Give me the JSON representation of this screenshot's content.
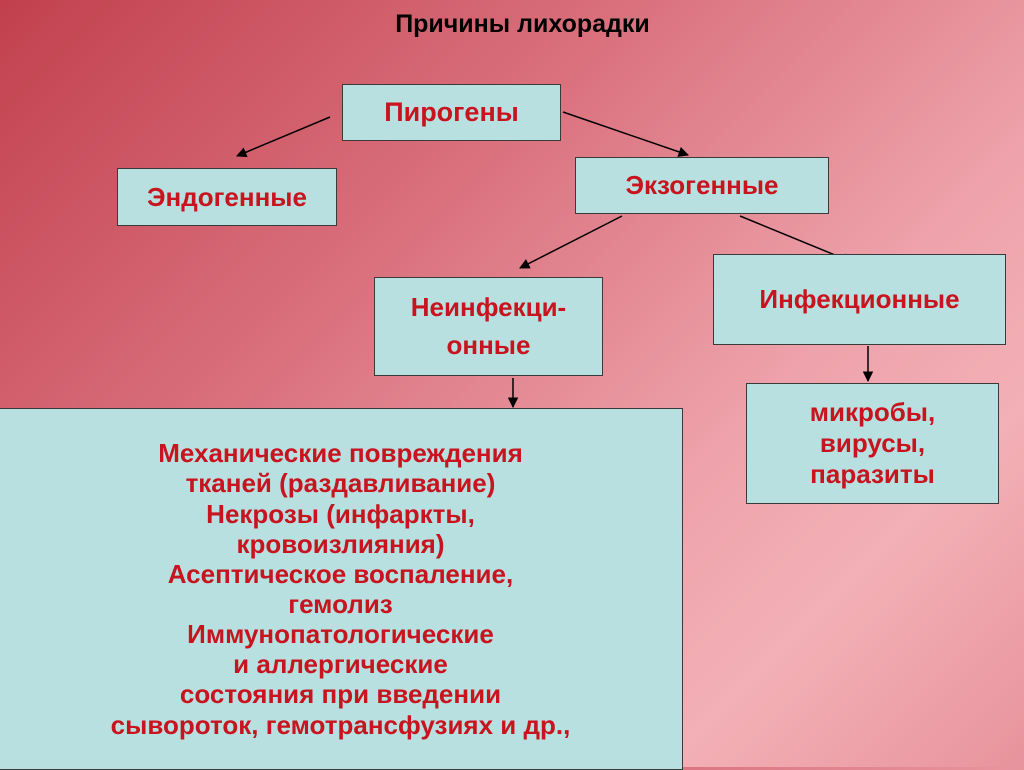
{
  "title": "Причины лихорадки",
  "nodes": {
    "pyrogens": "Пирогены",
    "endogenous": "Эндогенные",
    "exogenous": "Экзогенные",
    "noninfectious": [
      "Неинфекци-",
      "онные"
    ],
    "infectious": "Инфекционные",
    "infectious_agents": [
      "микробы,",
      "вирусы,",
      "паразиты"
    ],
    "noninfectious_causes": [
      "Механические повреждения",
      "тканей (раздавливание)",
      "Некрозы (инфаркты,",
      "кровоизлияния)",
      "Асептическое воспаление,",
      "гемолиз",
      "Иммунопатологические",
      "и аллергические",
      "состояния при введении",
      "сывороток, гемотрансфузиях и др.,"
    ]
  },
  "colors": {
    "box_fill": "#b9e0e0",
    "box_text": "#c8141e",
    "title_text": "#000000",
    "background": "#e08890"
  }
}
